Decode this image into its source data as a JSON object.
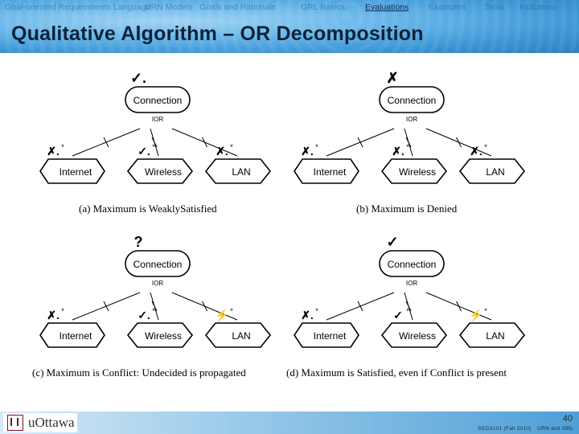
{
  "nav": {
    "items": [
      {
        "label": "Goal-oriented Requirements Language",
        "active": false
      },
      {
        "label": "URN Models",
        "active": false
      },
      {
        "label": "Goals and Rationale",
        "active": false
      },
      {
        "label": "GRL Basics",
        "active": false
      },
      {
        "label": "Evaluations",
        "active": true
      },
      {
        "label": "Examples",
        "active": false
      },
      {
        "label": "Tools",
        "active": false
      },
      {
        "label": "Indicators",
        "active": false
      }
    ]
  },
  "slide": {
    "title": "Qualitative Algorithm – OR Decomposition"
  },
  "diagram": {
    "parent_label": "Connection",
    "decomposition_label": "IOR",
    "children": [
      "Internet",
      "Wireless",
      "LAN"
    ],
    "panels": [
      {
        "caption": "(a) Maximum is WeaklySatisfied",
        "parent_mark": "✓.",
        "child_marks": [
          "✗.",
          "✓.",
          "✗."
        ]
      },
      {
        "caption": "(b) Maximum is Denied",
        "parent_mark": "✗",
        "child_marks": [
          "✗.",
          "✗.",
          "✗."
        ]
      },
      {
        "caption": "(c) Maximum is Conflict: Undecided is propagated",
        "parent_mark": "?",
        "child_marks": [
          "✗.",
          "✓.",
          "⚡"
        ]
      },
      {
        "caption": "(d) Maximum is Satisfied, even if Conflict is present",
        "parent_mark": "✓",
        "child_marks": [
          "✗.",
          "✓",
          "⚡"
        ]
      }
    ],
    "asterisk": "*"
  },
  "footer": {
    "logo_text": "uOttawa",
    "page_number": "40",
    "course": "SEG3101 (Fall 2010)",
    "topic": "URN and GRL"
  }
}
